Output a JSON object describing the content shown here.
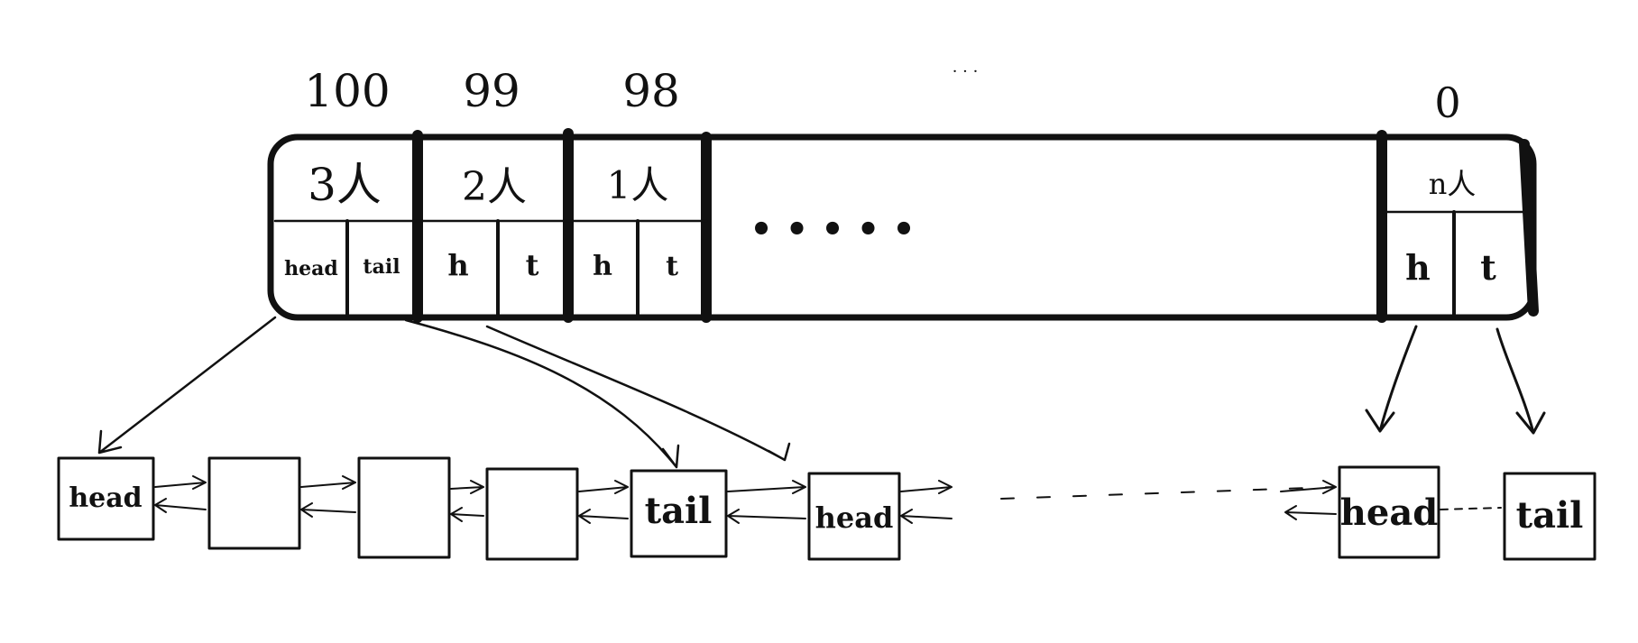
{
  "indices": [
    "100",
    "99",
    "98",
    "0"
  ],
  "ellipsis_top": "· · ·",
  "buckets": [
    {
      "count": "3人",
      "head": "head",
      "tail": "tail"
    },
    {
      "count": "2人",
      "head": "h",
      "tail": "t"
    },
    {
      "count": "1人",
      "head": "h",
      "tail": "t"
    },
    {
      "count": "n人",
      "head": "h",
      "tail": "t"
    }
  ],
  "array_ellipsis": "• • • • •",
  "list_nodes": [
    {
      "label": "head"
    },
    {
      "label": ""
    },
    {
      "label": ""
    },
    {
      "label": ""
    },
    {
      "label": "tail"
    },
    {
      "label": "head"
    },
    {
      "label": "head"
    },
    {
      "label": "tail"
    }
  ],
  "colors": {
    "ink": "#111111",
    "background": "#ffffff"
  }
}
